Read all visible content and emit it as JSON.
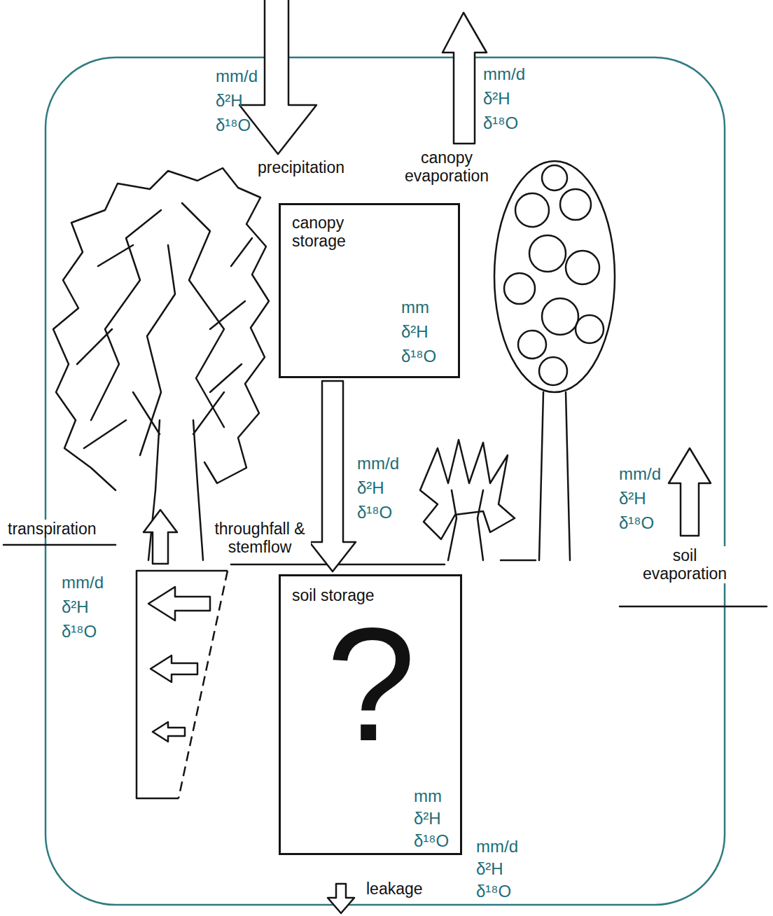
{
  "diagram": {
    "nodes": [
      {
        "text": [
          "canopy storage",
          "mm",
          "δ²H",
          "δ¹⁸O"
        ]
      },
      {
        "text": [
          "soil storage",
          "?",
          "mm",
          "δ²H",
          "δ¹⁸O"
        ]
      }
    ],
    "edges": [
      {
        "from": 0,
        "to": 1,
        "arrow": "to",
        "label": "throughfall & stemflow"
      }
    ],
    "labels": [
      "mm/d",
      "δ²H",
      "δ¹⁸O",
      "precipitation",
      "mm/d",
      "δ²H",
      "δ¹⁸O",
      "canopy evaporation",
      "mm/d",
      "δ²H",
      "δ¹⁸O",
      "transpiration",
      "mm/d",
      "δ²H",
      "δ¹⁸O",
      "mm/d",
      "δ²H",
      "δ¹⁸O",
      "soil evaporation",
      "mm/d",
      "δ²H",
      "δ¹⁸O",
      "leakage"
    ]
  }
}
